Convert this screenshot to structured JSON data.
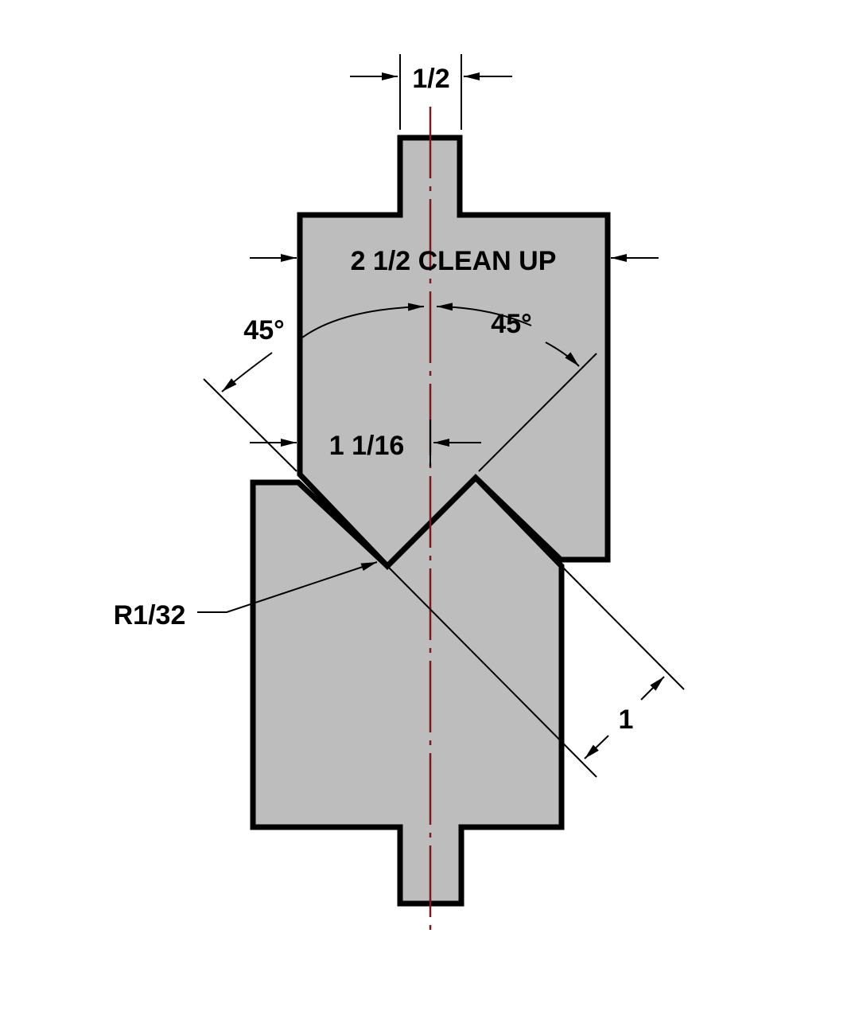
{
  "colors": {
    "part_fill": "#bdbdbd",
    "outline": "#000000",
    "centerline": "#7a1a1a"
  },
  "dimensions": {
    "tang_width": "1/2",
    "clean_up": "2 1/2 CLEAN UP",
    "angle_left": "45°",
    "angle_right": "45°",
    "half_width": "1 1/16",
    "radius": "R1/32",
    "v_depth": "1"
  }
}
